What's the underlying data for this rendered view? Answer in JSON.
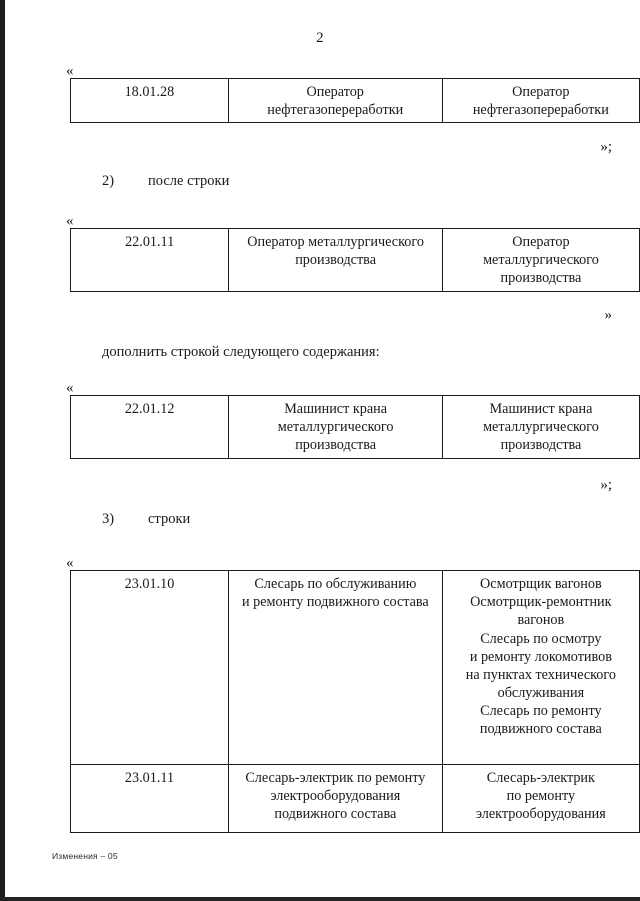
{
  "page": {
    "number": "2",
    "footer_note": "Изменения – 05"
  },
  "quote_marks": {
    "open": "«",
    "close_semicolon": "»;",
    "close_plain": "»"
  },
  "blocks": [
    {
      "id": "block-1",
      "open_quote": "«",
      "close_quote": "»;",
      "table": {
        "rows": [
          {
            "code": "18.01.28",
            "middle": [
              "Оператор",
              "нефтегазопереработки"
            ],
            "right": [
              "Оператор",
              "нефтегазопереработки"
            ]
          }
        ]
      }
    },
    {
      "id": "block-2",
      "paragraph": {
        "marker": "2)",
        "text": "после строки"
      },
      "open_quote": "«",
      "close_quote": "»",
      "table": {
        "rows": [
          {
            "code": "22.01.11",
            "middle": [
              "Оператор металлургического",
              "производства"
            ],
            "right": [
              "Оператор",
              "металлургического",
              "производства"
            ]
          }
        ]
      }
    },
    {
      "id": "block-3",
      "paragraph": {
        "marker": "",
        "text": "дополнить строкой следующего содержания:"
      },
      "open_quote": "«",
      "close_quote": "»;",
      "table": {
        "rows": [
          {
            "code": "22.01.12",
            "middle": [
              "Машинист крана",
              "металлургического",
              "производства"
            ],
            "right": [
              "Машинист крана",
              "металлургического",
              "производства"
            ]
          }
        ]
      }
    },
    {
      "id": "block-4",
      "paragraph": {
        "marker": "3)",
        "text": "строки"
      },
      "open_quote": "«",
      "close_quote": "",
      "table": {
        "rows": [
          {
            "code": "23.01.10",
            "middle": [
              "Слесарь по обслуживанию",
              "и ремонту подвижного состава"
            ],
            "right": [
              "Осмотрщик вагонов",
              "Осмотрщик-ремонтник",
              "вагонов",
              "Слесарь по осмотру",
              "и ремонту локомотивов",
              "на пунктах технического",
              "обслуживания",
              "Слесарь по ремонту",
              "подвижного состава"
            ]
          },
          {
            "code": "23.01.11",
            "middle": [
              "Слесарь-электрик по ремонту",
              "электрооборудования",
              "подвижного состава"
            ],
            "right": [
              "Слесарь-электрик",
              "по ремонту",
              "электрооборудования"
            ]
          }
        ]
      }
    }
  ]
}
